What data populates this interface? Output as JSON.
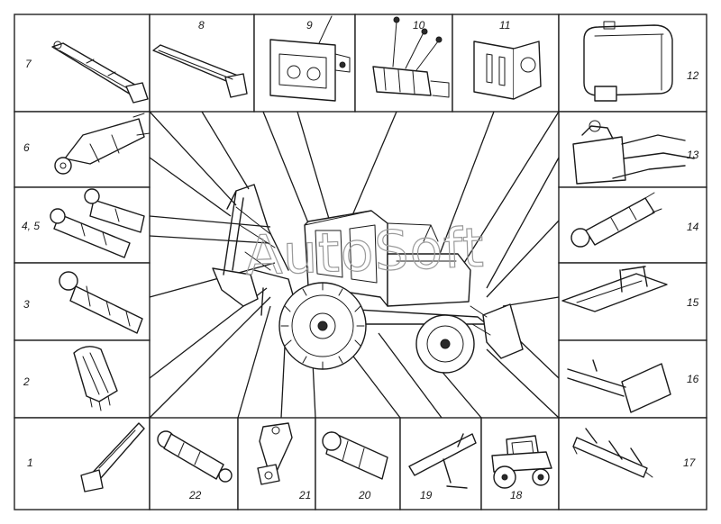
{
  "watermark": "AutoSoft",
  "parts": [
    {
      "key": "p1",
      "label": "1"
    },
    {
      "key": "p2",
      "label": "2"
    },
    {
      "key": "p3",
      "label": "3"
    },
    {
      "key": "p45",
      "label": "4, 5"
    },
    {
      "key": "p6",
      "label": "6"
    },
    {
      "key": "p7",
      "label": "7"
    },
    {
      "key": "p8",
      "label": "8"
    },
    {
      "key": "p9",
      "label": "9"
    },
    {
      "key": "p10",
      "label": "10"
    },
    {
      "key": "p11",
      "label": "11"
    },
    {
      "key": "p12",
      "label": "12"
    },
    {
      "key": "p13",
      "label": "13"
    },
    {
      "key": "p14",
      "label": "14"
    },
    {
      "key": "p15",
      "label": "15"
    },
    {
      "key": "p16",
      "label": "16"
    },
    {
      "key": "p17",
      "label": "17"
    },
    {
      "key": "p18",
      "label": "18"
    },
    {
      "key": "p19",
      "label": "19"
    },
    {
      "key": "p20",
      "label": "20"
    },
    {
      "key": "p21",
      "label": "21"
    },
    {
      "key": "p22",
      "label": "22"
    }
  ]
}
